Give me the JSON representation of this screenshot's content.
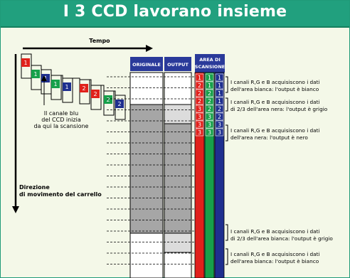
{
  "title": "I 3 CCD lavorano insieme",
  "labels": {
    "time": "Tempo",
    "original": "ORIGINALE",
    "output": "OUTPUT",
    "scan_area": [
      "AREA DI",
      "SCANSIONE"
    ],
    "blue_note": [
      "Il canale blu",
      "del CCD inizia",
      "da qui la scansione"
    ],
    "direction": [
      "Direzione",
      "di movimento del carrello"
    ]
  },
  "annotations": [
    [
      "I canali R,G e B acquisiscono i dati",
      "dell'area bianca: l'output è bianco"
    ],
    [
      "I canali R,G e B acquisiscono i dati",
      "di 2/3 dell'area nera: l'output è grigio"
    ],
    [
      "I canali R,G e B acquisiscono i dati",
      "dell'area nera: l'output è nero"
    ],
    [
      "I canali R,G e B acquisiscono i dati",
      "di 2/3 dell'area bianca: l'output è grigio"
    ],
    [
      "I canali R,G e B acquisiscono i dati",
      "dell'area bianca: l'output è bianco"
    ]
  ],
  "scan_rows": [
    [
      "1",
      "1",
      "1"
    ],
    [
      "2",
      "1",
      "1"
    ],
    [
      "2",
      "2",
      "1"
    ],
    [
      "2",
      "2",
      "1"
    ],
    [
      "3",
      "2",
      "2"
    ],
    [
      "3",
      "3",
      "2"
    ],
    [
      "3",
      "3",
      "3"
    ],
    [
      "3",
      "3",
      "3"
    ]
  ],
  "staircase": [
    {
      "label": "1",
      "channel": "red"
    },
    {
      "label": "1",
      "channel": "green"
    },
    {
      "label": "1",
      "channel": "blue"
    },
    {
      "label": "1",
      "channel": "green"
    },
    {
      "label": "1",
      "channel": "blue"
    },
    {
      "label": "2",
      "channel": "red"
    },
    {
      "label": "2",
      "channel": "red"
    },
    {
      "label": "2",
      "channel": "green"
    },
    {
      "label": "2",
      "channel": "blue"
    }
  ],
  "colors": {
    "frame": "#21a07e",
    "red": "#e0211b",
    "green": "#17a04a",
    "blue": "#1f2f8f",
    "gray_area": "#a6a6a6",
    "light_area": "#dcdcdc",
    "scan_header": "#2a3a9a"
  }
}
